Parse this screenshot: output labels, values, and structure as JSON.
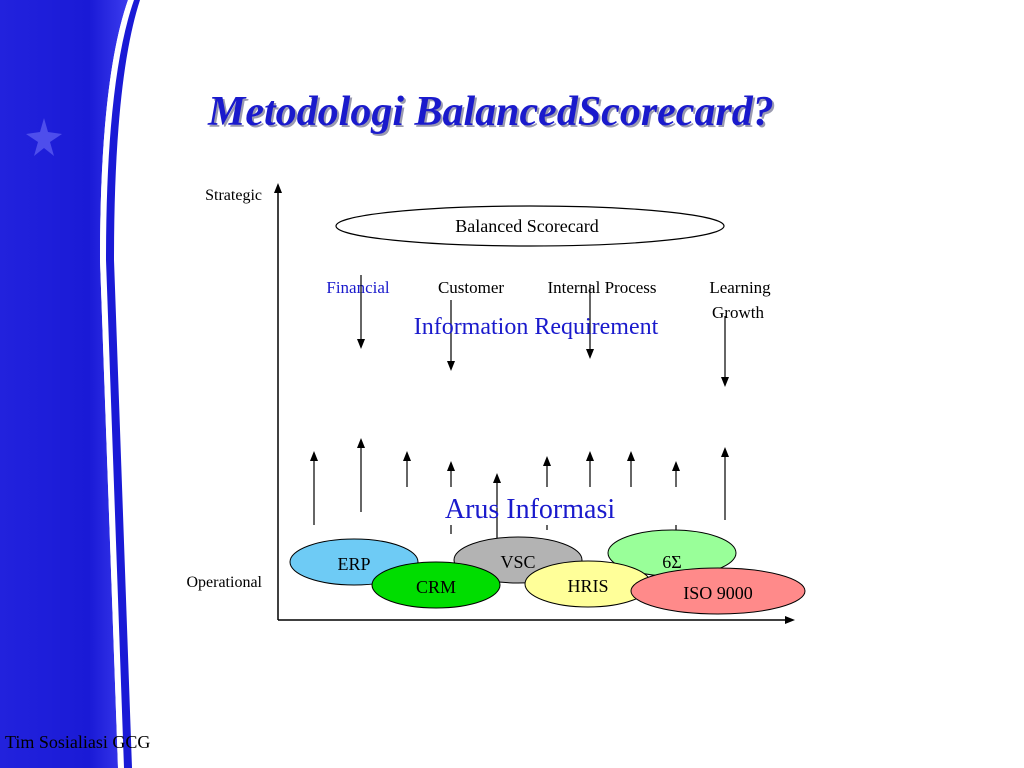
{
  "slide": {
    "title": "Metodologi BalancedScorecard?",
    "footer": "Tim Sosialiasi GCG"
  },
  "diagram": {
    "axis": {
      "y_top_label": "Strategic",
      "y_bottom_label": "Operational"
    },
    "scorecard": "Balanced Scorecard",
    "perspectives": {
      "financial": "Financial",
      "customer": "Customer",
      "internal_process": "Internal Process",
      "learning": "Learning",
      "growth": "Growth"
    },
    "information_requirement": "Information Requirement",
    "arus_informasi": "Arus Informasi",
    "systems": {
      "erp": "ERP",
      "vsc": "VSC",
      "six_sigma": "6Σ",
      "crm": "CRM",
      "hris": "HRIS",
      "iso": "ISO 9000"
    },
    "colors": {
      "title": "#1a1acc",
      "sidebar": "#1a1ad6",
      "erp": "#6ecbf5",
      "vsc": "#b3b3b3",
      "six_sigma": "#99ff99",
      "crm": "#00dd00",
      "hris": "#ffff99",
      "iso": "#ff8a8a"
    }
  }
}
